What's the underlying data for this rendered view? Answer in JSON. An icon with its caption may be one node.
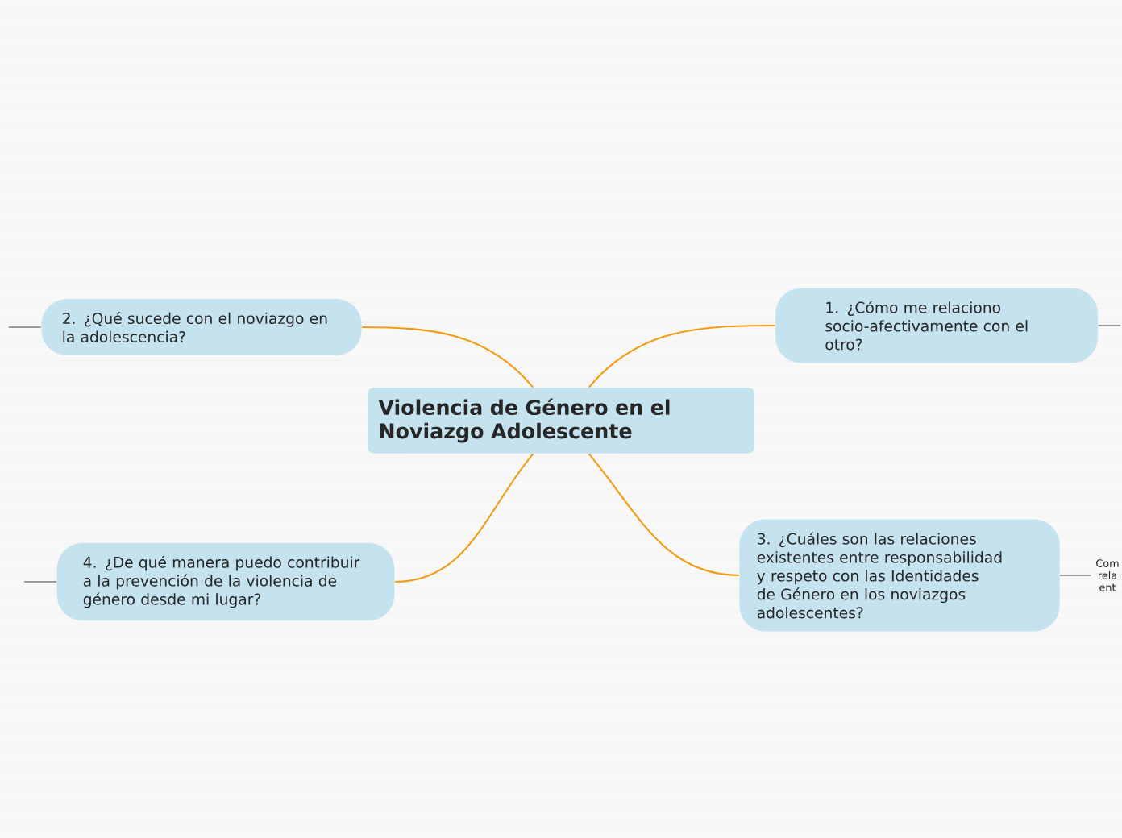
{
  "diagram": {
    "nodes": [
      {
        "text": [
          "Violencia de Género en el Noviazgo Adolescente"
        ]
      },
      {
        "text": [
          "1. ¿Cómo me relaciono socio-afectivamente con el otro?"
        ]
      },
      {
        "text": [
          "2. ¿Qué sucede con el noviazgo en la adolescencia?"
        ]
      },
      {
        "text": [
          "3. ¿Cuáles son las relaciones existentes entre responsabilidad y respeto con las Identidades de Género en los noviazgos adolescentes?"
        ]
      },
      {
        "text": [
          "4. ¿De qué manera puedo contribuir a la prevención de la violencia de género desde mi lugar?"
        ]
      },
      {
        "text": [
          "Com rela ent"
        ]
      }
    ],
    "edges": [
      {
        "from": 0,
        "to": 1,
        "arrow": "none",
        "color": "#f39c12"
      },
      {
        "from": 0,
        "to": 2,
        "arrow": "none",
        "color": "#f39c12"
      },
      {
        "from": 0,
        "to": 3,
        "arrow": "none",
        "color": "#f39c12"
      },
      {
        "from": 0,
        "to": 4,
        "arrow": "none",
        "color": "#f39c12"
      },
      {
        "from": 1,
        "to": null,
        "arrow": "none",
        "color": "#9a9a9a"
      },
      {
        "from": 2,
        "to": null,
        "arrow": "none",
        "color": "#9a9a9a"
      },
      {
        "from": 3,
        "to": 5,
        "arrow": "none",
        "color": "#9a9a9a"
      },
      {
        "from": 4,
        "to": null,
        "arrow": "none",
        "color": "#9a9a9a"
      }
    ]
  }
}
